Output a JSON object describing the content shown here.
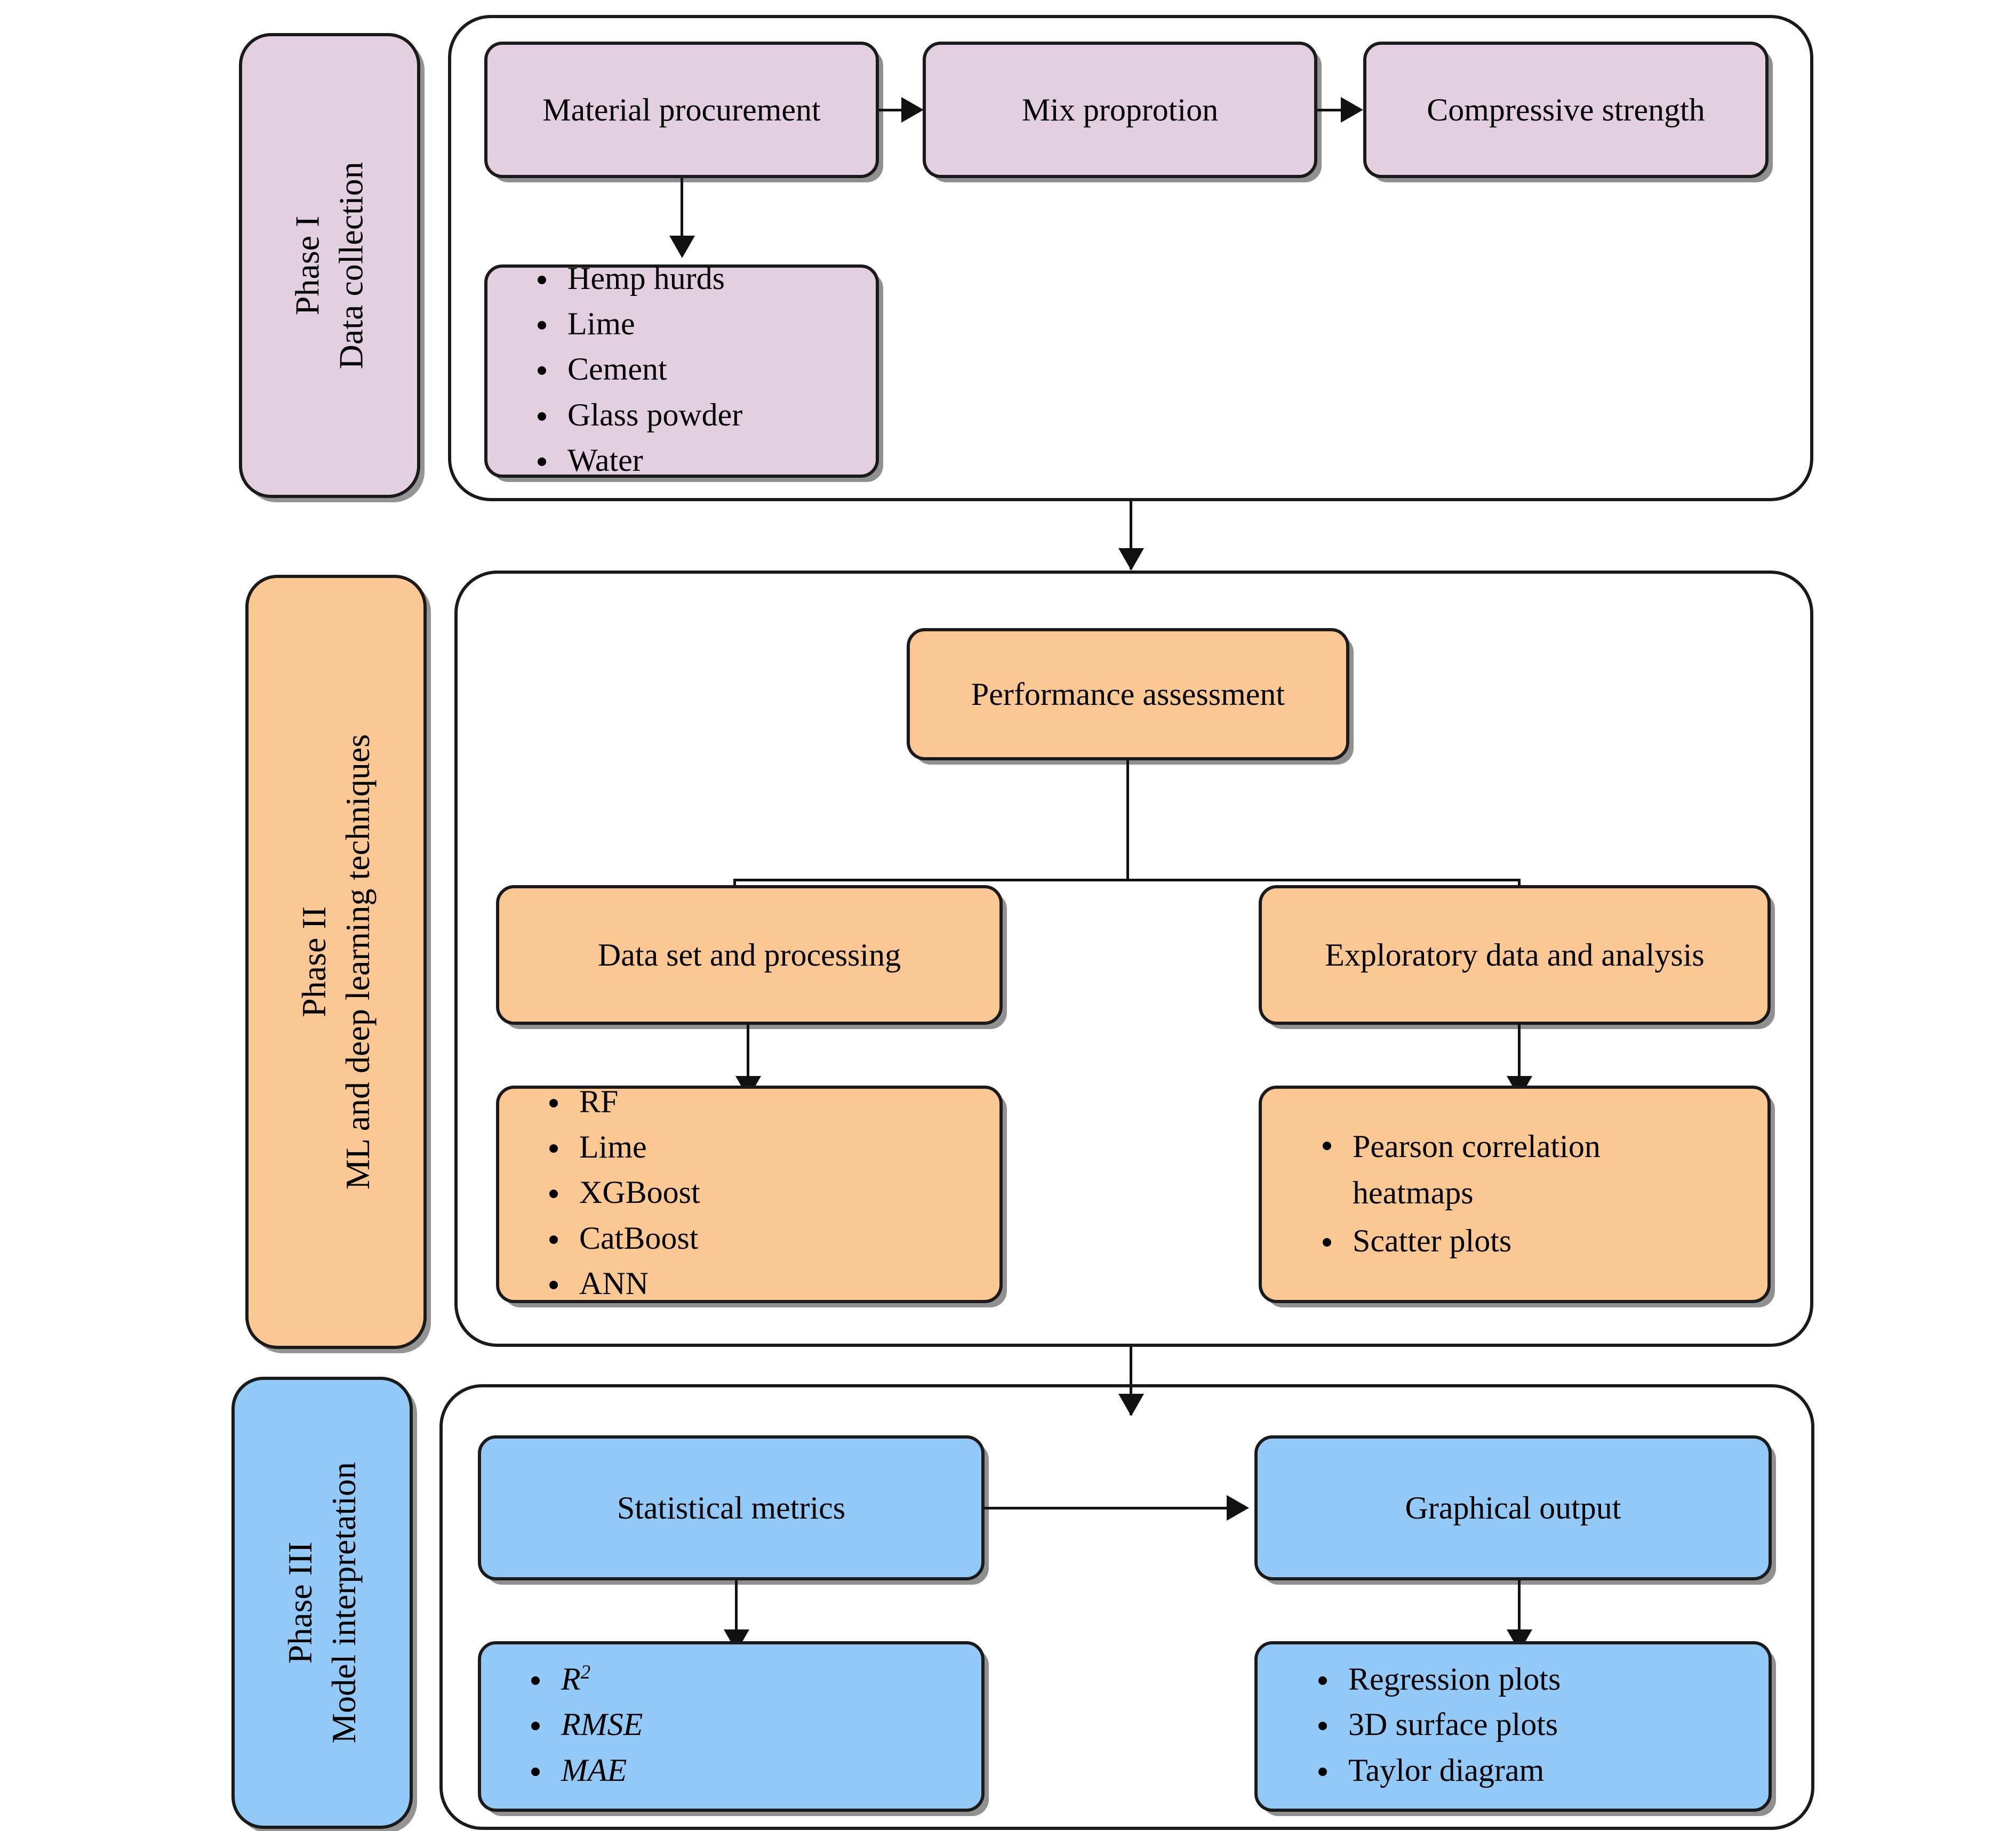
{
  "diagram": {
    "title": "Three-phase machine-learning research framework flowchart",
    "colors": {
      "phase1": "#E2CFDF",
      "phase2": "#FBC893",
      "phase3": "#93C9F7",
      "stroke": "#1a1a1a"
    }
  },
  "phase1": {
    "tab_line1": "Phase I",
    "tab_line2": "Data collection",
    "nodes": {
      "material_procurement": "Material procurement",
      "mix_proportion": "Mix proprotion",
      "compressive_strength": "Compressive strength"
    },
    "materials": [
      "Hemp hurds",
      "Lime",
      "Cement",
      "Glass powder",
      "Water"
    ]
  },
  "phase2": {
    "tab_line1": "Phase II",
    "tab_line2": "ML and deep learning techniques",
    "nodes": {
      "performance_assessment": "Performance assessment",
      "data_set_processing": "Data set and processing",
      "exploratory_analysis": "Exploratory data and analysis"
    },
    "models": [
      "RF",
      "Lime",
      "XGBoost",
      "CatBoost",
      "ANN"
    ],
    "eda_outputs": [
      "Pearson correlation heatmaps",
      "Scatter plots"
    ]
  },
  "phase3": {
    "tab_line1": "Phase III",
    "tab_line2": "Model interpretation",
    "nodes": {
      "statistical_metrics": "Statistical metrics",
      "graphical_output": "Graphical output"
    },
    "metrics": [
      "R",
      "RMSE",
      "MAE"
    ],
    "metrics_superscript": "2",
    "graphics": [
      "Regression plots",
      "3D surface plots",
      "Taylor diagram"
    ]
  }
}
